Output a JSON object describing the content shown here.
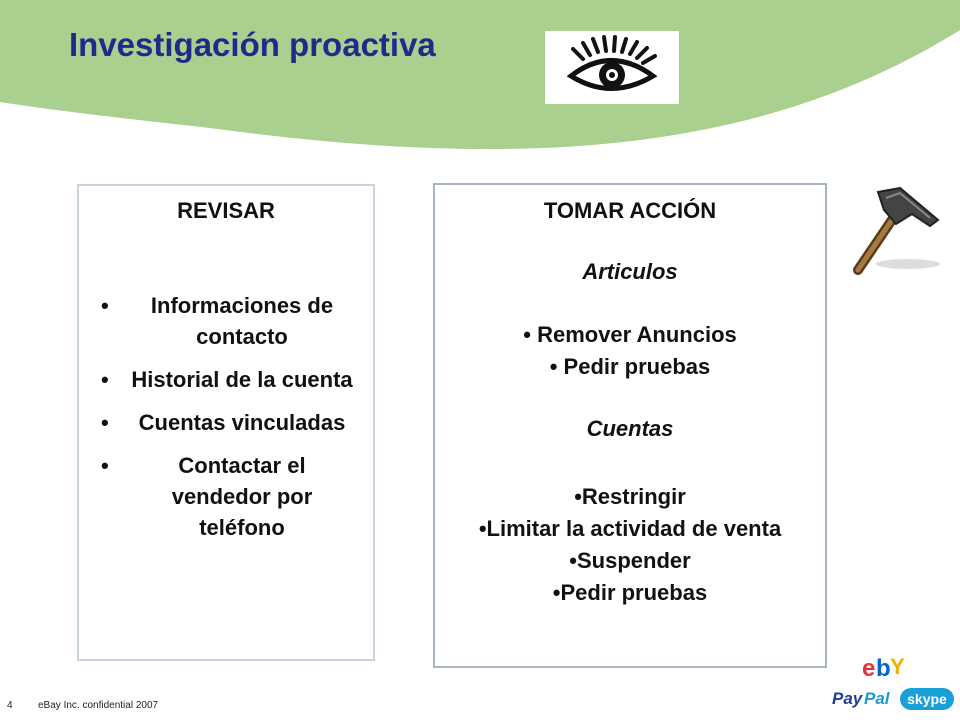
{
  "slide": {
    "title": "Investigación proactiva",
    "colors": {
      "banner": "#a9d08e",
      "title": "#1f2a8a",
      "panel_border": "#a6b4c6"
    }
  },
  "review": {
    "heading": "REVISAR",
    "items": [
      "Informaciones de contacto",
      "Historial de la cuenta",
      "Cuentas vinculadas",
      "Contactar el vendedor por teléfono"
    ]
  },
  "action": {
    "heading": "TOMAR ACCIÓN",
    "articles_heading": "Articulos",
    "article_items": [
      "• Remover Anuncios",
      "• Pedir pruebas"
    ],
    "accounts_heading": "Cuentas",
    "account_items": [
      "•Restringir",
      "•Limitar la actividad de venta",
      "•Suspender",
      "•Pedir pruebas"
    ]
  },
  "footer": {
    "page_number": "4",
    "text": "eBay Inc. confidential 2007"
  },
  "logos": {
    "ebay": "ebY",
    "paypal": "PayPal",
    "skype": "skype"
  },
  "icons": [
    "eye-icon",
    "hammer-icon"
  ]
}
